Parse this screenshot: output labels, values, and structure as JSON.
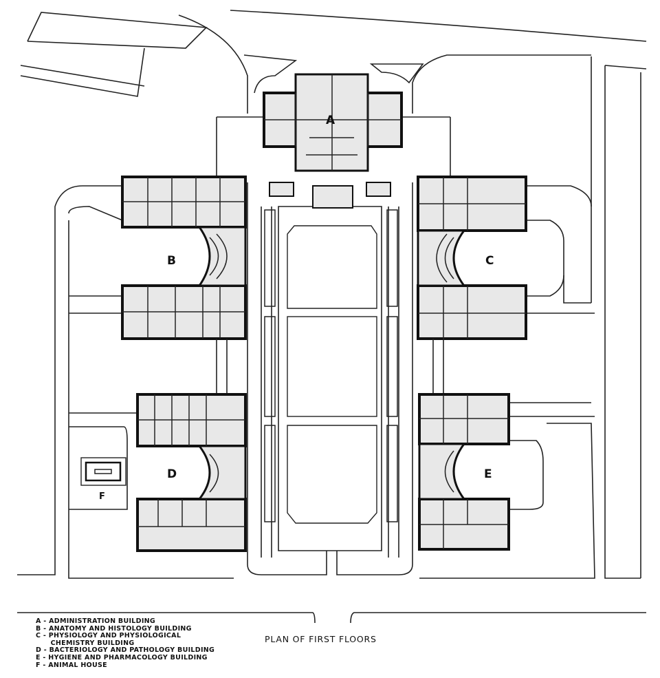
{
  "plan": {
    "title": "PLAN OF FIRST FLOORS",
    "building_labels": {
      "a": "A",
      "b": "B",
      "c": "C",
      "d": "D",
      "e": "E",
      "f": "F"
    },
    "legend": [
      "A - ADMINISTRATION BUILDING",
      "B - ANATOMY AND HISTOLOGY BUILDING",
      "C - PHYSIOLOGY AND PHYSIOLOGICAL",
      "      CHEMISTRY BUILDING",
      "D - BACTERIOLOGY AND PATHOLOGY BUILDING",
      "E - HYGIENE AND PHARMACOLOGY BUILDING",
      "F - ANIMAL HOUSE"
    ]
  }
}
